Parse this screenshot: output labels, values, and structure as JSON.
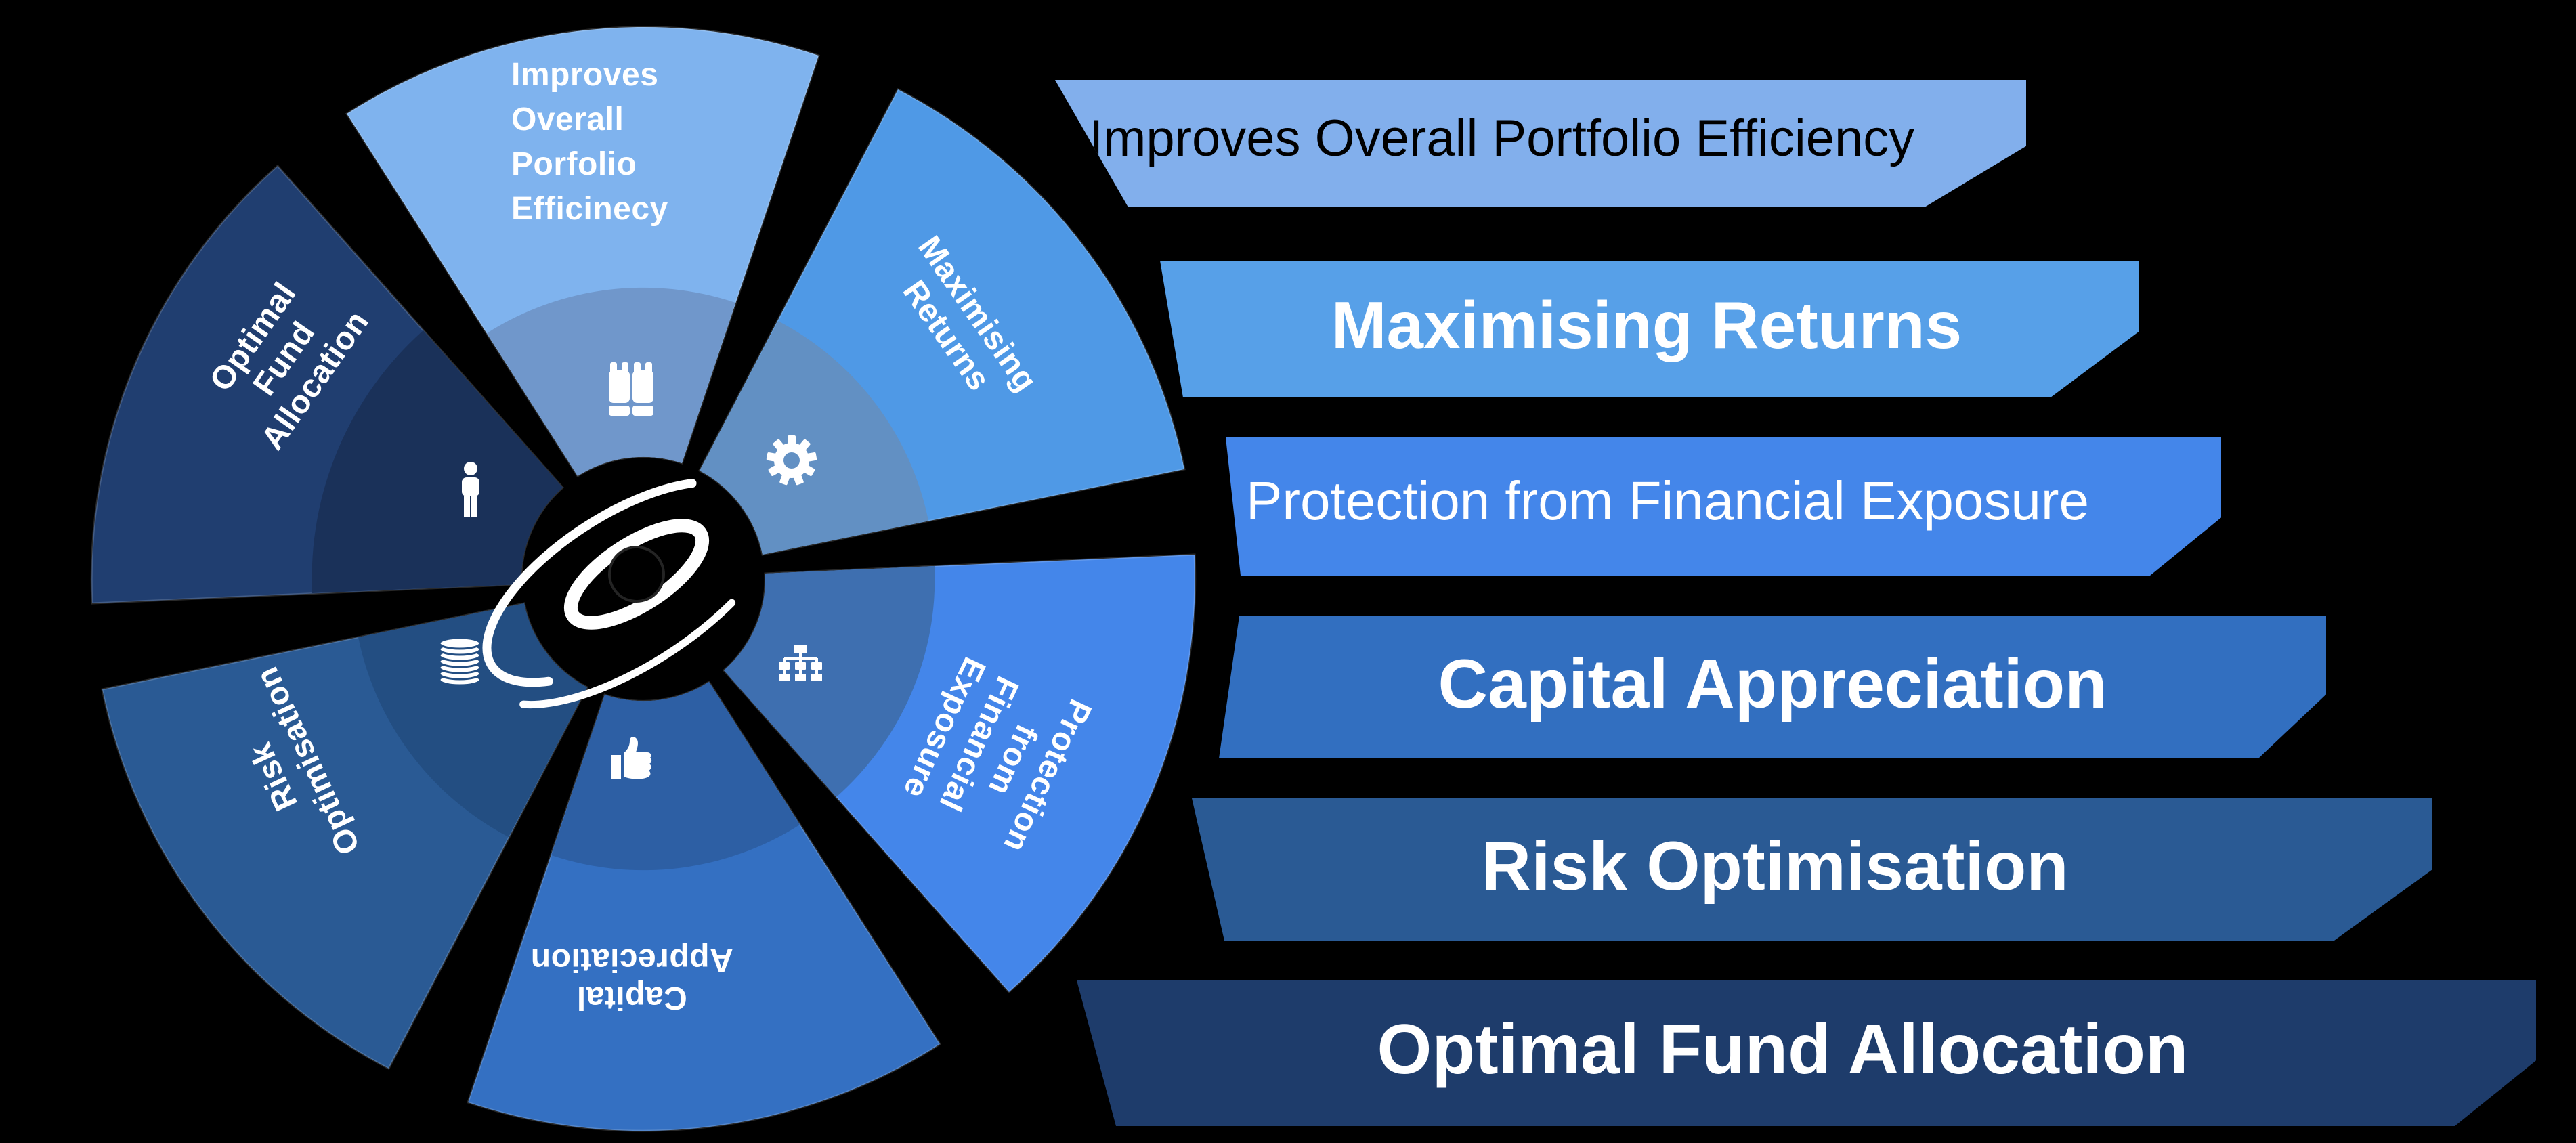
{
  "background_color": "#000000",
  "wheel": {
    "logo": "galaxy-swirl",
    "segments": [
      {
        "name": "improves-overall-portfolio-efficiency",
        "lines": [
          "Improves",
          "Overall",
          "Porfolio",
          "Efficinecy"
        ],
        "color": "#7FB3EE",
        "inner_color": "#7097CB",
        "icon": "life-vests-icon"
      },
      {
        "name": "maximising-returns",
        "lines": [
          "Maximising",
          "Returns"
        ],
        "color": "#4F99E6",
        "inner_color": "#6290C3",
        "icon": "gear-icon"
      },
      {
        "name": "protection-from-financial-exposure",
        "lines": [
          "Protection",
          "from",
          "Financial",
          "Exposure"
        ],
        "color": "#4486EA",
        "inner_color": "#3E6FB0",
        "icon": "org-chart-icon"
      },
      {
        "name": "capital-appreciation",
        "lines": [
          "Capital",
          "Appreciation"
        ],
        "color": "#3470C2",
        "inner_color": "#2D5FA4",
        "icon": "thumbs-up-icon"
      },
      {
        "name": "risk-optimisation",
        "lines": [
          "Risk",
          "Optimisation"
        ],
        "color": "#2A5A94",
        "inner_color": "#234E82",
        "icon": "coins-icon"
      },
      {
        "name": "optimal-fund-allocation",
        "lines": [
          "Optimal",
          "Fund",
          "Allocation"
        ],
        "color": "#203E70",
        "inner_color": "#1A3159",
        "icon": "person-icon"
      }
    ]
  },
  "banners": [
    {
      "label": "Improves Overall Portfolio Efficiency",
      "color": "#82AFEC",
      "text_color": "#000000"
    },
    {
      "label": "Maximising Returns",
      "color": "#57A0E8",
      "text_color": "#FFFFFF"
    },
    {
      "label": "Protection from Financial Exposure",
      "color": "#4486EA",
      "text_color": "#FFFFFF"
    },
    {
      "label": "Capital Appreciation",
      "color": "#326FC0",
      "text_color": "#FFFFFF"
    },
    {
      "label": "Risk Optimisation",
      "color": "#2A5A94",
      "text_color": "#FFFFFF"
    },
    {
      "label": "Optimal Fund Allocation",
      "color": "#1E3C6B",
      "text_color": "#FFFFFF"
    }
  ]
}
